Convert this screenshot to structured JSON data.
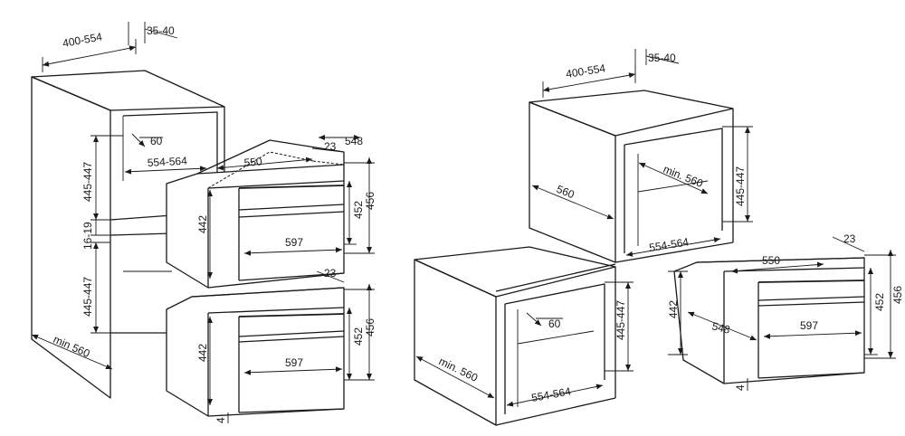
{
  "left_drawing": {
    "dims": {
      "cab_width": "400-554",
      "cab_side": "35-40",
      "upper_depth_note": "60",
      "upper_width": "554-564",
      "upper_height": "445-447",
      "gap": "16-19",
      "lower_height": "445-447",
      "cab_depth": "min 560",
      "oven1_top": "550",
      "oven1_depth": "548",
      "oven1_side": "23",
      "oven1_h442": "442",
      "oven1_h452": "452",
      "oven1_h456": "456",
      "oven1_width": "597",
      "oven2_side": "23",
      "oven2_h442": "442",
      "oven2_h452": "452",
      "oven2_h456": "456",
      "oven2_width": "597",
      "oven2_foot": "4"
    }
  },
  "right_drawing": {
    "dims": {
      "cab_width": "400-554",
      "cab_side": "35-40",
      "upper_depth": "560",
      "upper_min": "min. 560",
      "upper_height": "445-447",
      "upper_width": "554-564",
      "lower_depth": "min. 560",
      "lower_note": "60",
      "lower_height": "445-447",
      "lower_width": "554-564",
      "oven_top": "550",
      "oven_side": "23",
      "oven_h442": "442",
      "oven_depth": "548",
      "oven_width": "597",
      "oven_h452": "452",
      "oven_h456": "456",
      "oven_foot": "4"
    }
  }
}
